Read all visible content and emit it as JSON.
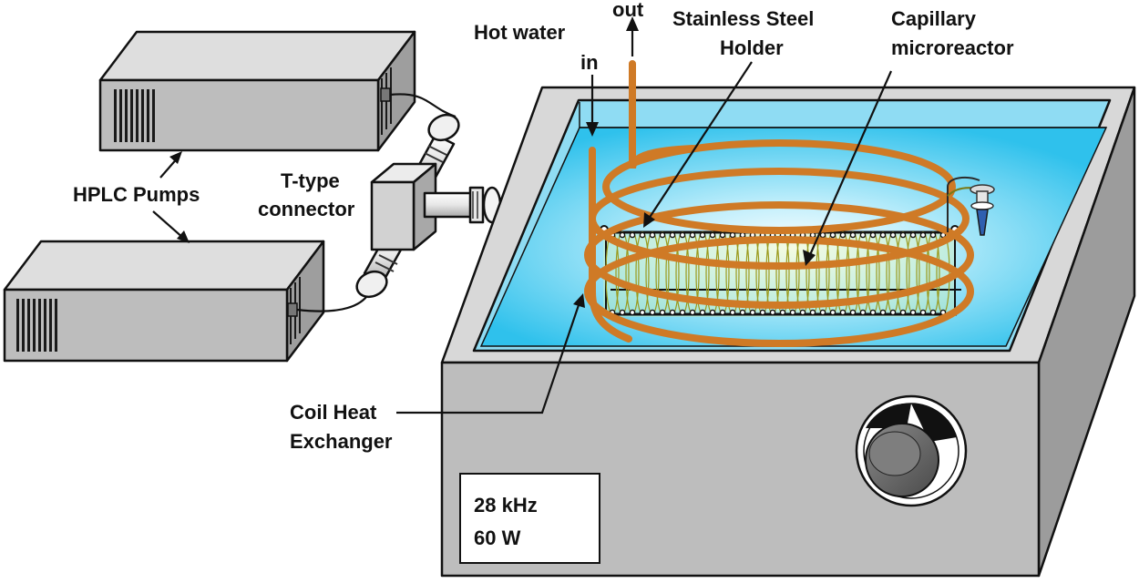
{
  "labels": {
    "hot_water": "Hot water",
    "out": "out",
    "in": "in",
    "stainless_line1": "Stainless Steel",
    "stainless_line2": "Holder",
    "capillary_line1": "Capillary",
    "capillary_line2": "microreactor",
    "t_type_line1": "T-type",
    "t_type_line2": "connector",
    "hplc_pumps": "HPLC Pumps",
    "coil_line1": "Coil Heat",
    "coil_line2": "Exchanger",
    "frequency": "28 kHz",
    "power": "60 W"
  },
  "colors": {
    "water": "#3fc8ee",
    "water_highlight": "#e8f9ff",
    "coil": "#cf7a26",
    "device_front": "#bdbdbd",
    "device_top": "#dadada",
    "device_side": "#9c9c9c",
    "capillary": "#9a9a1c",
    "vial_cap": "#2f5fb0"
  },
  "icons": {
    "arrow": "arrow-icon",
    "knob": "dial-knob-icon",
    "vent": "vent-grille-icon"
  }
}
